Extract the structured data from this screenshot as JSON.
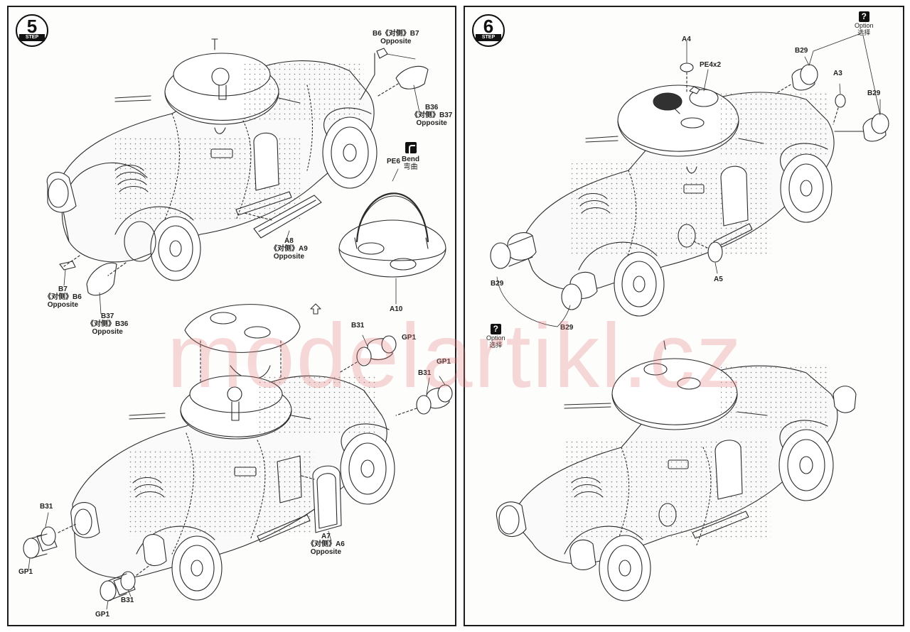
{
  "watermark": "modelartikl.cz",
  "step5": {
    "number": "5",
    "label": "STEP",
    "callouts": {
      "b6_top": {
        "ref": "B6",
        "cn": "《对侧》",
        "ref2": "B7",
        "opp": "Opposite"
      },
      "b36": {
        "ref": "B36",
        "cn": "《对侧》",
        "ref2": "B37",
        "opp": "Opposite"
      },
      "pe6": {
        "ref": "PE6"
      },
      "bend": {
        "en": "Bend",
        "cn": "弯曲"
      },
      "a8": {
        "ref": "A8",
        "cn": "《对侧》",
        "ref2": "A9",
        "opp": "Opposite"
      },
      "a10": {
        "ref": "A10"
      },
      "b7": {
        "ref": "B7",
        "cn": "《对侧》",
        "ref2": "B6",
        "opp": "Opposite"
      },
      "b37": {
        "ref": "B37",
        "cn": "《对侧》",
        "ref2": "B36",
        "opp": "Opposite"
      },
      "b31_a": {
        "ref": "B31"
      },
      "gp1_a": {
        "ref": "GP1"
      },
      "b31_b": {
        "ref": "B31"
      },
      "gp1_b": {
        "ref": "GP1"
      },
      "b31_c": {
        "ref": "B31"
      },
      "gp1_c": {
        "ref": "GP1"
      },
      "b31_d": {
        "ref": "B31"
      },
      "gp1_d": {
        "ref": "GP1"
      },
      "a7": {
        "ref": "A7",
        "cn": "《对侧》",
        "ref2": "A6",
        "opp": "Opposite"
      }
    }
  },
  "step6": {
    "number": "6",
    "label": "STEP",
    "option_top": {
      "en": "Option",
      "cn": "选择"
    },
    "option_left": {
      "en": "Option",
      "cn": "选择"
    },
    "callouts": {
      "a4": {
        "ref": "A4"
      },
      "pe4x2": {
        "ref": "PE4x2"
      },
      "b29_top": {
        "ref": "B29"
      },
      "a3": {
        "ref": "A3"
      },
      "b29_right": {
        "ref": "B29"
      },
      "b29_left": {
        "ref": "B29"
      },
      "b29_bottom": {
        "ref": "B29"
      },
      "a5": {
        "ref": "A5"
      }
    }
  }
}
